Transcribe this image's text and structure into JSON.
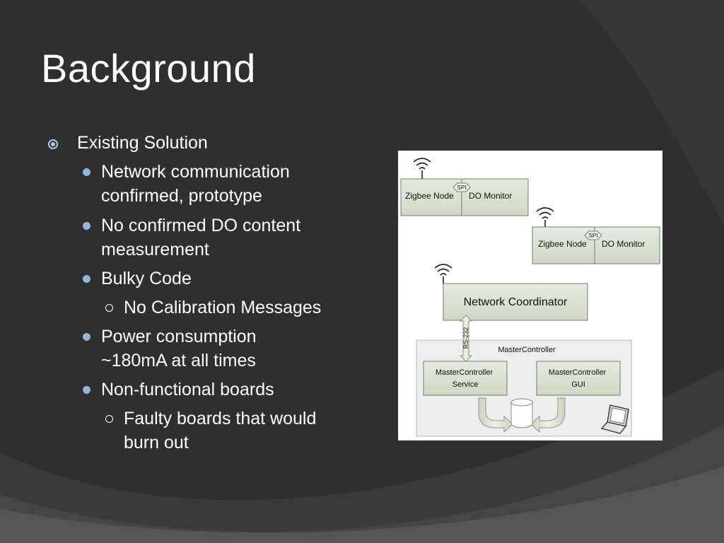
{
  "slide": {
    "title": "Background",
    "bullets": [
      {
        "level": 1,
        "lines": [
          "Existing Solution"
        ]
      },
      {
        "level": 2,
        "lines": [
          "Network communication",
          "confirmed, prototype"
        ]
      },
      {
        "level": 2,
        "lines": [
          "No confirmed DO content",
          "measurement"
        ]
      },
      {
        "level": 2,
        "lines": [
          "Bulky Code"
        ]
      },
      {
        "level": 3,
        "lines": [
          "No Calibration Messages"
        ]
      },
      {
        "level": 2,
        "lines": [
          "Power consumption",
          "~180mA at all times"
        ]
      },
      {
        "level": 2,
        "lines": [
          "Non-functional boards"
        ]
      },
      {
        "level": 3,
        "lines": [
          "Faulty boards that would",
          "burn out"
        ]
      }
    ]
  },
  "diagram": {
    "node1": {
      "left_label": "Zigbee Node",
      "right_label": "DO Monitor",
      "link_label": "SPI"
    },
    "node2": {
      "left_label": "Zigbee Node",
      "right_label": "DO Monitor",
      "link_label": "SPI"
    },
    "coordinator_label": "Network Coordinator",
    "serial_label": "RS-232",
    "master": {
      "title": "MasterController",
      "service_lines": [
        "MasterController",
        "Service"
      ],
      "gui_lines": [
        "MasterController",
        "GUI"
      ]
    },
    "icons": [
      "wireless-signal-icon",
      "database-icon",
      "laptop-icon"
    ],
    "colors": {
      "box_fill": "#dce3d4",
      "box_stroke": "#7a8a70",
      "panel_fill": "#eeeeee"
    }
  },
  "theme": {
    "background": "#2f2f2f",
    "text": "#ffffff",
    "bullet_accent": "#8fb8dc"
  }
}
